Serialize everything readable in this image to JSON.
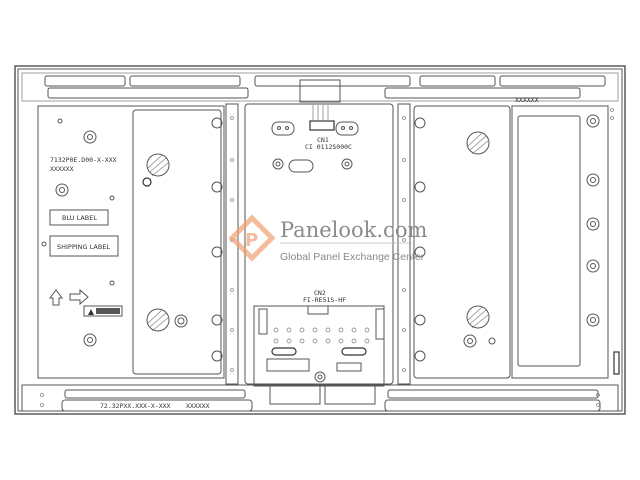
{
  "drawing": {
    "left_panel": {
      "part_number": "7132P0E.D00-X-XXX",
      "serial": "XXXXXX",
      "blu_label": "BLU LABEL",
      "shipping_label": "SHIPPING LABEL"
    },
    "connector_1": {
      "name": "CN1",
      "part": "CI 0112S000C"
    },
    "connector_2": {
      "name": "CN2",
      "part": "FI-RE51S-HF"
    },
    "top_right_code": "XXXXXX",
    "bottom_strip": {
      "part_number": "72.32PXX.XXX-X-XXX",
      "serial": "XXXXXX"
    }
  },
  "watermark": {
    "brand": "Panelook.com",
    "tagline": "Global Panel Exchange Center",
    "logo_color": "#f0a070"
  }
}
